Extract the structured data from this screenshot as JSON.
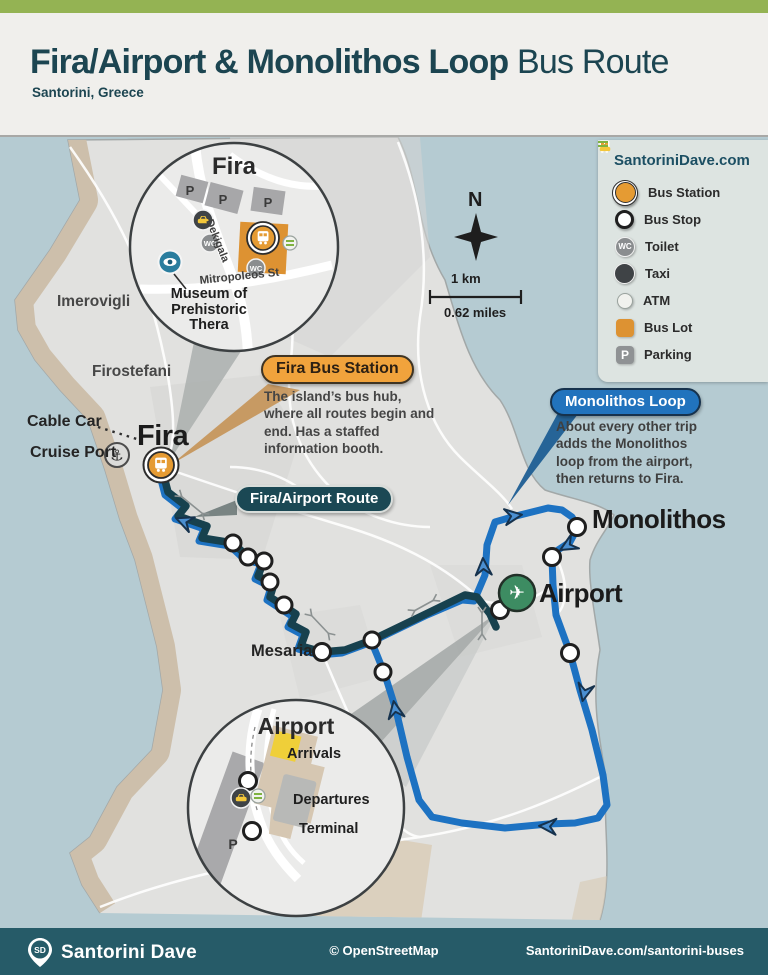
{
  "header": {
    "title_bold": "Fira/Airport & Monolithos Loop",
    "title_light": "Bus Route",
    "subtitle": "Santorini, Greece"
  },
  "legend": {
    "site": "SantoriniDave.com",
    "items": [
      {
        "icon": "bus-station-icon",
        "label": "Bus Station"
      },
      {
        "icon": "bus-stop-icon",
        "label": "Bus Stop"
      },
      {
        "icon": "toilet-icon",
        "label": "Toilet"
      },
      {
        "icon": "taxi-icon",
        "label": "Taxi"
      },
      {
        "icon": "atm-icon",
        "label": "ATM"
      },
      {
        "icon": "bus-lot-icon",
        "label": "Bus Lot"
      },
      {
        "icon": "parking-icon",
        "label": "Parking"
      }
    ]
  },
  "map": {
    "labels": {
      "imerovigli": "Imerovigli",
      "firostefani": "Firostefani",
      "cable_car": "Cable Car",
      "cruise_port": "Cruise Port",
      "fira": "Fira",
      "mesaria": "Mesaria",
      "airport": "Airport",
      "monolithos": "Monolithos"
    },
    "compass": "N",
    "scale_km": "1 km",
    "scale_miles": "0.62 miles",
    "icon_text": {
      "wc": "WC",
      "parking": "P"
    },
    "callouts": {
      "fira_bus_station": {
        "title": "Fira Bus Station",
        "body": "The island’s bus hub, where all routes begin and end. Has a staffed information booth."
      },
      "monolithos_loop": {
        "title": "Monolithos Loop",
        "body": "About every other trip adds the Monolithos loop from the airport, then returns to Fira."
      },
      "fira_airport_route": {
        "label": "Fira/Airport Route"
      }
    },
    "insets": {
      "fira": {
        "title": "Fira",
        "street_1": "Dekigala",
        "street_2": "Mitropoleos St",
        "museum": "Museum of Prehistoric Thera"
      },
      "airport": {
        "title": "Airport",
        "arrivals": "Arrivals",
        "departures": "Departures",
        "terminal": "Terminal"
      }
    }
  },
  "footer": {
    "brand": "Santorini Dave",
    "brand_abbr": "SD",
    "attribution": "© OpenStreetMap",
    "url": "SantoriniDave.com/santorini-buses"
  },
  "colors": {
    "header_green": "#94b353",
    "title_teal": "#1c4551",
    "sea": "#b5cbd2",
    "land": "#e1e1df",
    "cliff_tan": "#cdbfab",
    "route_teal": "#17414e",
    "route_blue": "#1d72c2",
    "accent_orange": "#f1a33c",
    "footer_teal": "#265b68"
  }
}
